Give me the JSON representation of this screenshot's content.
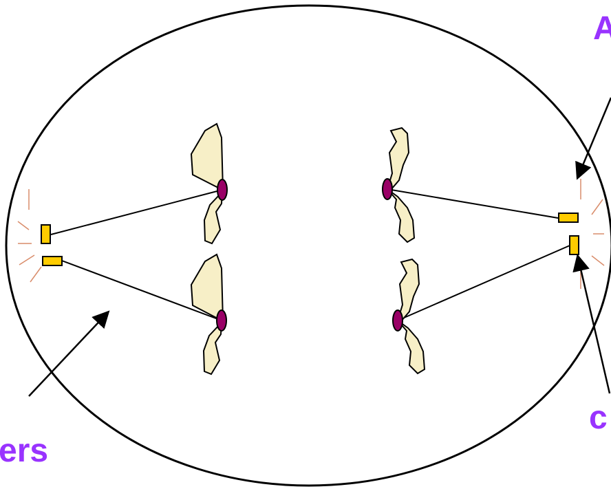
{
  "colors": {
    "label": "#9933ff",
    "chromatid_fill": "#f7efc7",
    "centromere": "#990066",
    "centriole": "#ffcc00",
    "aster_ray": "#d98c6a",
    "outline": "#000000"
  },
  "labels": {
    "top_right_fragment": "A",
    "bottom_left_fragment": "ers",
    "bottom_right_fragment": "c"
  }
}
